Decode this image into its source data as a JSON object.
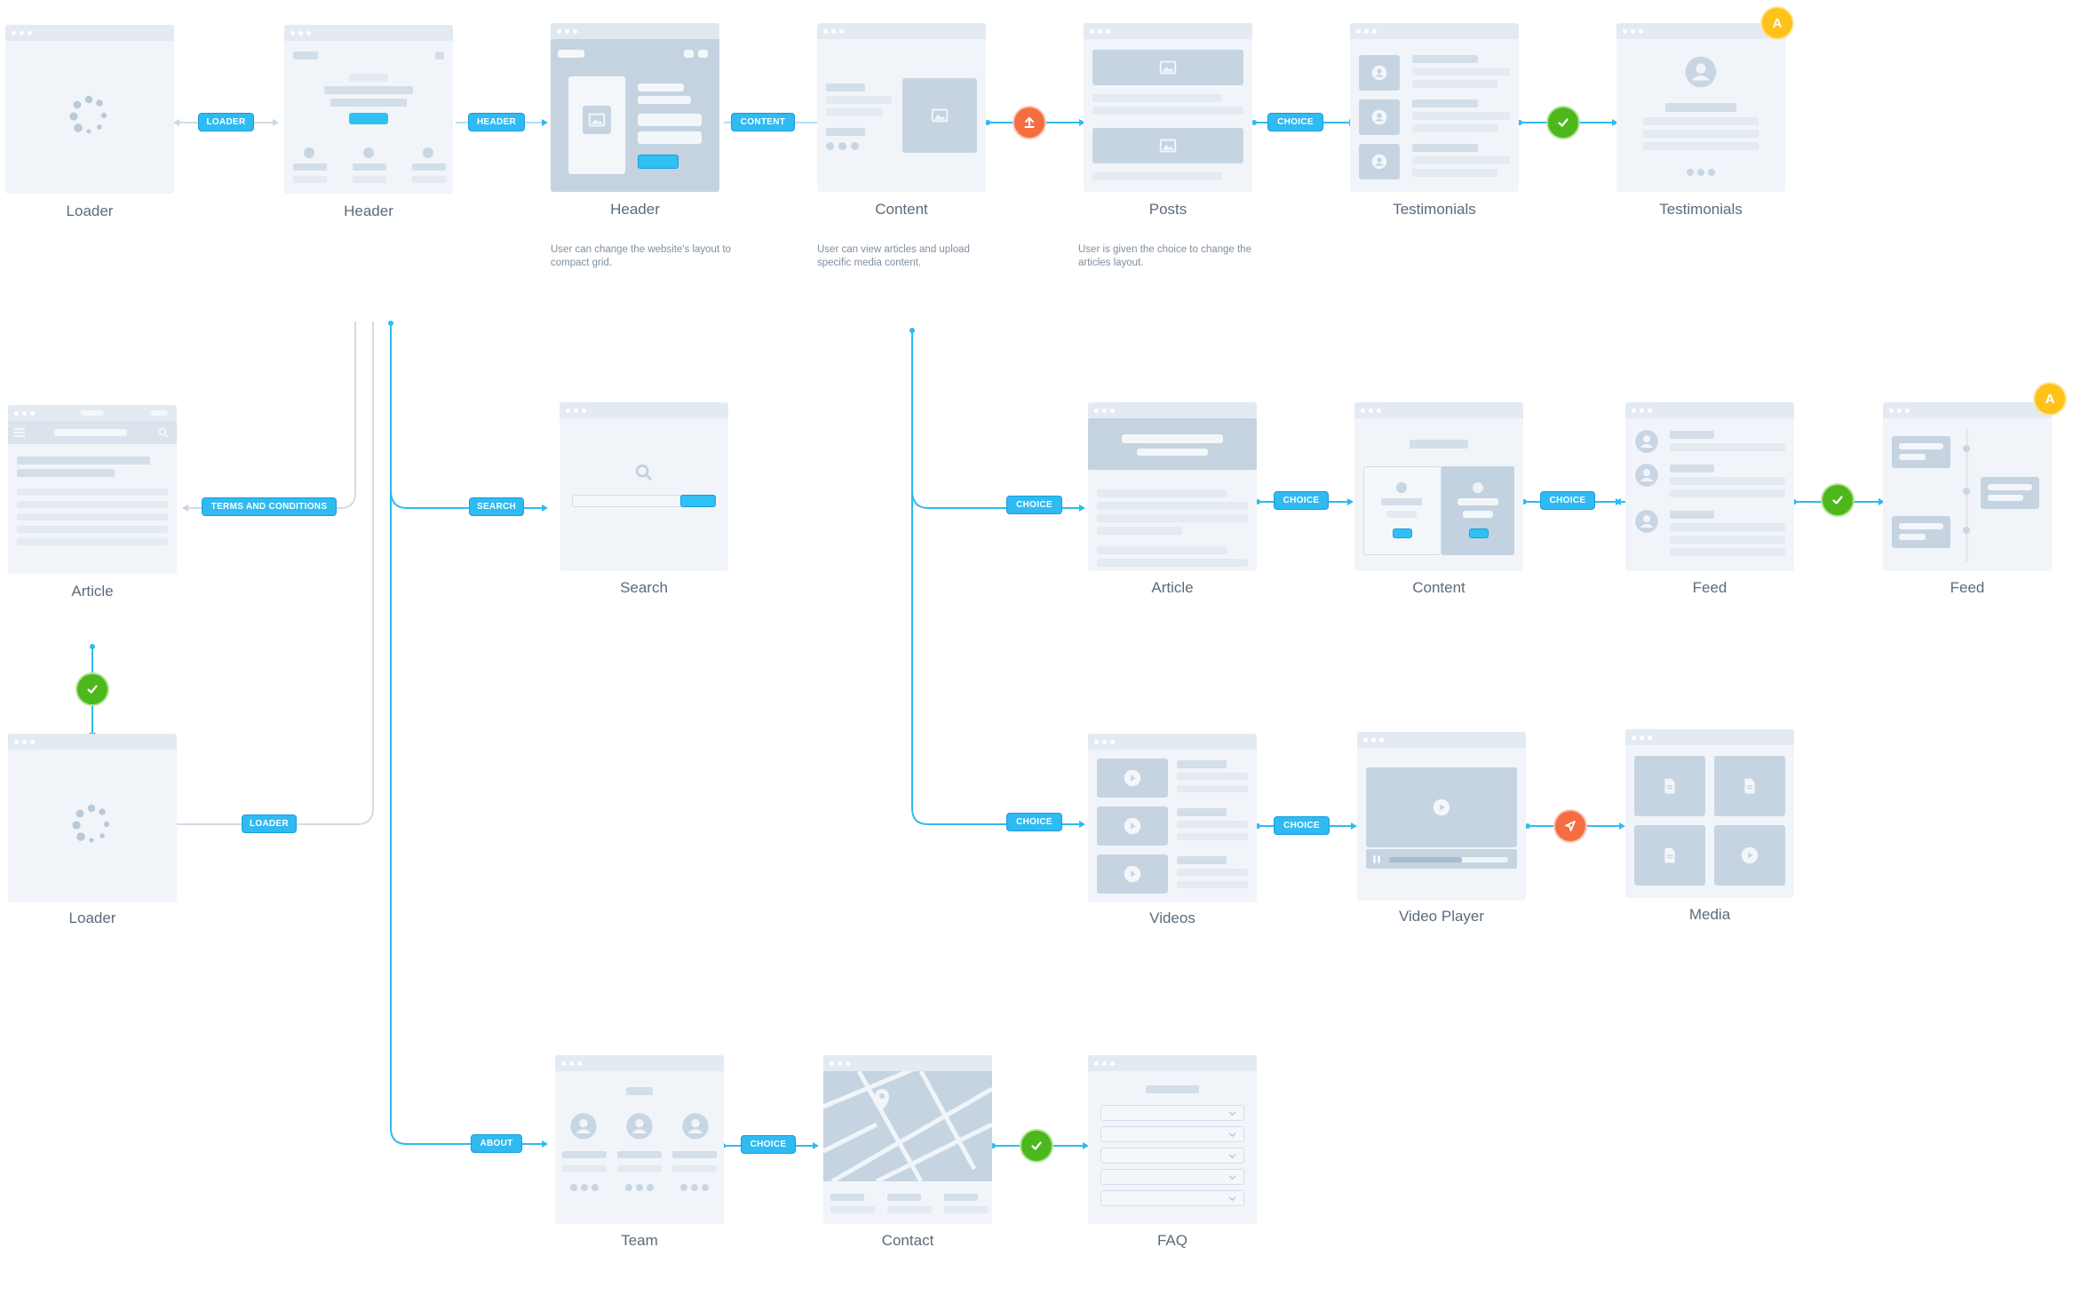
{
  "screens": {
    "loader_top": "Loader",
    "header_1": "Header",
    "header_2": "Header",
    "content_top": "Content",
    "posts": "Posts",
    "testimonials_1": "Testimonials",
    "testimonials_2": "Testimonials",
    "article_left": "Article",
    "loader_left": "Loader",
    "search": "Search",
    "article_mid": "Article",
    "content_mid": "Content",
    "feed_1": "Feed",
    "feed_2": "Feed",
    "videos": "Videos",
    "video_player": "Video Player",
    "media": "Media",
    "team": "Team",
    "contact": "Contact",
    "faq": "FAQ"
  },
  "notes": {
    "header": "User can change the website's layout to compact grid.",
    "content": "User can view articles and upload specific media content.",
    "posts": "User is given the choice to change the articles layout."
  },
  "connectors": {
    "loader": "LOADER",
    "header": "HEADER",
    "content": "CONTENT",
    "choice": "CHOICE",
    "terms": "TERMS AND CONDITIONS",
    "search": "SEARCH",
    "about": "ABOUT"
  },
  "badges": {
    "annotation": "A"
  },
  "icons": {
    "success": "check-icon",
    "upload": "upload-icon",
    "send": "send-icon",
    "annotation": "annotation-badge"
  },
  "colors": {
    "connector": "#2fbaf1",
    "connector_dark": "#1a9be0",
    "success": "#4db81b",
    "action": "#f46e42",
    "annotation": "#ffc21a",
    "screen": "#f1f5f9",
    "skeleton": "#d3dee9",
    "label": "#5b6b7c"
  }
}
